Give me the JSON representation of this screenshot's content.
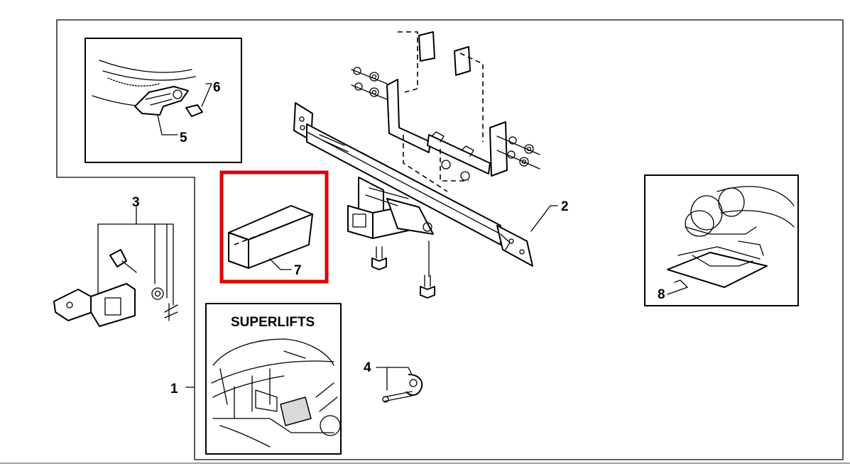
{
  "labels": {
    "part_1": "1",
    "part_2": "2",
    "part_3": "3",
    "part_4": "4",
    "part_5": "5",
    "part_6": "6",
    "part_7": "7",
    "part_8": "8"
  },
  "inset_title": "SUPERLIFTS",
  "colors": {
    "highlight": "#e00000",
    "line": "#000000",
    "background": "#ffffff"
  }
}
